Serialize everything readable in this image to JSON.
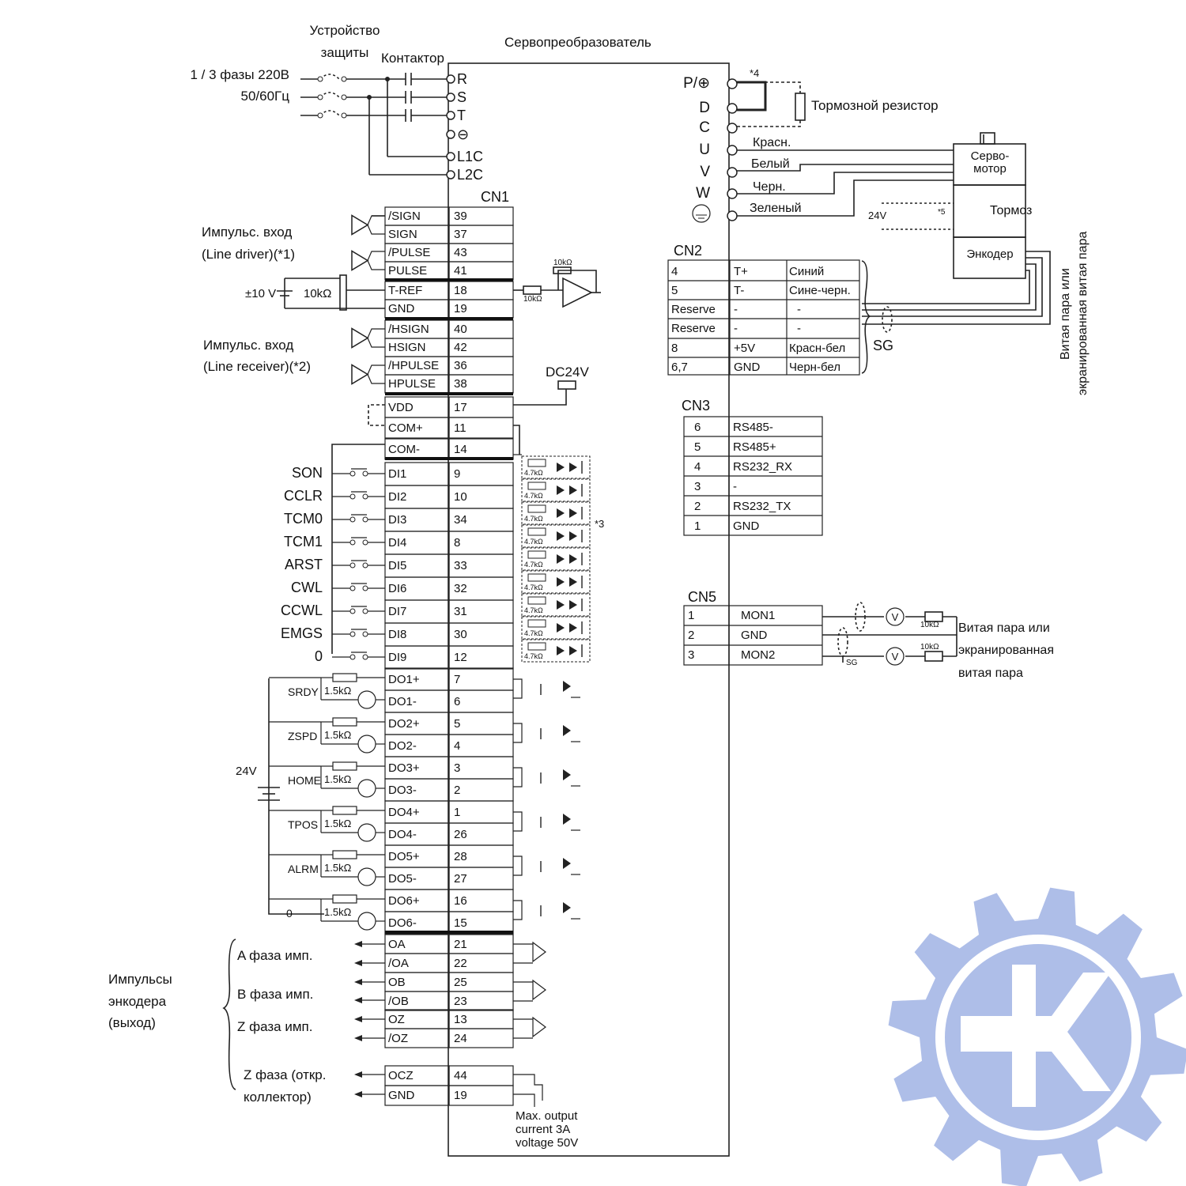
{
  "title": {
    "protection": "Устройство\nзащиты",
    "protection_1": "Устройство",
    "protection_2": "защиты",
    "contactor": "Контактор",
    "servo_converter": "Сервопреобразователь",
    "power": "1 / 3 фазы 220В",
    "freq": "50/60Гц"
  },
  "power_terminals": [
    "R",
    "S",
    "T",
    "⊖",
    "L1C",
    "L2C"
  ],
  "right_terminals": [
    "P/⊕",
    "D",
    "C",
    "U",
    "V",
    "W"
  ],
  "note4": "*4",
  "brake_resistor": "Тормозной резистор",
  "motor": {
    "wires": [
      "Красн.",
      "Белый",
      "Черн.",
      "Зеленый"
    ],
    "servo_motor": "Серво-\nмотор",
    "servo_motor_1": "Серво-",
    "servo_motor_2": "мотор",
    "brake": "Тормоз",
    "encoder": "Энкодер",
    "v24": "24V",
    "note5": "*5"
  },
  "twisted_vertical_1": "Витая пара или",
  "twisted_vertical_2": "экранированная витая пара",
  "cn1": {
    "label": "CN1",
    "rows": [
      {
        "sig": "/SIGN",
        "pin": "39"
      },
      {
        "sig": "SIGN",
        "pin": "37"
      },
      {
        "sig": "/PULSE",
        "pin": "43"
      },
      {
        "sig": "PULSE",
        "pin": "41"
      },
      {
        "sig": "T-REF",
        "pin": "18"
      },
      {
        "sig": "GND",
        "pin": "19"
      },
      {
        "sig": "/HSIGN",
        "pin": "40"
      },
      {
        "sig": "HSIGN",
        "pin": "42"
      },
      {
        "sig": "/HPULSE",
        "pin": "36"
      },
      {
        "sig": "HPULSE",
        "pin": "38"
      },
      {
        "sig": "VDD",
        "pin": "17"
      },
      {
        "sig": "COM+",
        "pin": "11"
      },
      {
        "sig": "COM-",
        "pin": "14"
      },
      {
        "sig": "DI1",
        "pin": "9"
      },
      {
        "sig": "DI2",
        "pin": "10"
      },
      {
        "sig": "DI3",
        "pin": "34"
      },
      {
        "sig": "DI4",
        "pin": "8"
      },
      {
        "sig": "DI5",
        "pin": "33"
      },
      {
        "sig": "DI6",
        "pin": "32"
      },
      {
        "sig": "DI7",
        "pin": "31"
      },
      {
        "sig": "DI8",
        "pin": "30"
      },
      {
        "sig": "DI9",
        "pin": "12"
      },
      {
        "sig": "DO1+",
        "pin": "7"
      },
      {
        "sig": "DO1-",
        "pin": "6"
      },
      {
        "sig": "DO2+",
        "pin": "5"
      },
      {
        "sig": "DO2-",
        "pin": "4"
      },
      {
        "sig": "DO3+",
        "pin": "3"
      },
      {
        "sig": "DO3-",
        "pin": "2"
      },
      {
        "sig": "DO4+",
        "pin": "1"
      },
      {
        "sig": "DO4-",
        "pin": "26"
      },
      {
        "sig": "DO5+",
        "pin": "28"
      },
      {
        "sig": "DO5-",
        "pin": "27"
      },
      {
        "sig": "DO6+",
        "pin": "16"
      },
      {
        "sig": "DO6-",
        "pin": "15"
      },
      {
        "sig": "OA",
        "pin": "21"
      },
      {
        "sig": "/OA",
        "pin": "22"
      },
      {
        "sig": "OB",
        "pin": "25"
      },
      {
        "sig": "/OB",
        "pin": "23"
      },
      {
        "sig": "OZ",
        "pin": "13"
      },
      {
        "sig": "/OZ",
        "pin": "24"
      },
      {
        "sig": "OCZ",
        "pin": "44"
      },
      {
        "sig": "GND",
        "pin": "19"
      }
    ]
  },
  "pulse_in_driver_1": "Импульс. вход",
  "pulse_in_driver_2": "(Line driver)(*1)",
  "pulse_in_receiver_1": "Импульс. вход",
  "pulse_in_receiver_2": "(Line receiver)(*2)",
  "pm10v": "±10 V",
  "r10k": "10kΩ",
  "r10k_small": "10kΩ",
  "dc24v": "DC24V",
  "di_inputs": [
    "SON",
    "CCLR",
    "TCM0",
    "TCM1",
    "ARST",
    "CWL",
    "CCWL",
    "EMGS",
    "0"
  ],
  "r47k": "4.7kΩ",
  "note3": "*3",
  "do_outputs": [
    "SRDY",
    "ZSPD",
    "HOME",
    "TPOS",
    "ALRM",
    "0"
  ],
  "r15k": "1.5kΩ",
  "v24_do": "24V",
  "encoder_out": {
    "title_1": "Импульсы",
    "title_2": "энкодера",
    "title_3": "(выход)",
    "a": "A фаза имп.",
    "b": "B фаза имп.",
    "z": "Z фаза имп.",
    "zoc_1": "Z фаза (откр.",
    "zoc_2": "коллектор)"
  },
  "max_output_1": "Max. output",
  "max_output_2": "current 3A",
  "max_output_3": "voltage 50V",
  "cn2": {
    "label": "CN2",
    "rows": [
      {
        "pin": "4",
        "sig": "T+",
        "wire": "Синий"
      },
      {
        "pin": "5",
        "sig": "T-",
        "wire": "Сине-черн."
      },
      {
        "pin": "Reserve",
        "sig": "-",
        "wire": "-"
      },
      {
        "pin": "Reserve",
        "sig": "-",
        "wire": "-"
      },
      {
        "pin": "8",
        "sig": "+5V",
        "wire": "Красн-бел"
      },
      {
        "pin": "6,7",
        "sig": "GND",
        "wire": "Черн-бел"
      }
    ],
    "sg": "SG"
  },
  "cn3": {
    "label": "CN3",
    "rows": [
      {
        "pin": "6",
        "sig": "RS485-"
      },
      {
        "pin": "5",
        "sig": "RS485+"
      },
      {
        "pin": "4",
        "sig": "RS232_RX"
      },
      {
        "pin": "3",
        "sig": "-"
      },
      {
        "pin": "2",
        "sig": "RS232_TX"
      },
      {
        "pin": "1",
        "sig": "GND"
      }
    ]
  },
  "cn5": {
    "label": "CN5",
    "rows": [
      {
        "pin": "1",
        "sig": "MON1"
      },
      {
        "pin": "2",
        "sig": "GND"
      },
      {
        "pin": "3",
        "sig": "MON2"
      }
    ],
    "v": "V",
    "sg": "SG",
    "r10k": "10kΩ",
    "note_1": "Витая пара или",
    "note_2": "экранированная",
    "note_3": "витая пара"
  },
  "logo_color": "#aebee8"
}
